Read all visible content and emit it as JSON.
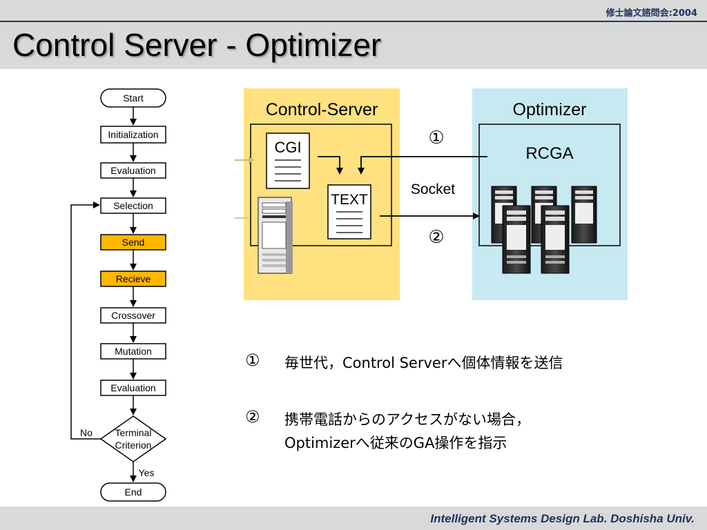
{
  "header": {
    "conference": "修士論文諮問会:2004",
    "title": "Control Server - Optimizer"
  },
  "footer": {
    "lab": "Intelligent Systems Design Lab. Doshisha Univ."
  },
  "flowchart": {
    "start": "Start",
    "initialization": "Initialization",
    "evaluation1": "Evaluation",
    "selection": "Selection",
    "send": "Send",
    "recieve": "Recieve",
    "crossover": "Crossover",
    "mutation": "Mutation",
    "evaluation2": "Evaluation",
    "terminal_line1": "Terminal",
    "terminal_line2": "Criterion",
    "no": "No",
    "yes": "Yes",
    "end": "End"
  },
  "architecture": {
    "control_server": "Control-Server",
    "optimizer": "Optimizer",
    "cgi": "CGI",
    "text": "TEXT",
    "rcga": "RCGA",
    "socket": "Socket",
    "step1": "①",
    "step2": "②"
  },
  "notes": [
    {
      "marker": "①",
      "line1": "毎世代，Control Serverへ個体情報を送信",
      "line2": ""
    },
    {
      "marker": "②",
      "line1": "携帯電話からのアクセスがない場合，",
      "line2": "Optimizerへ従来のGA操作を指示"
    }
  ],
  "colors": {
    "control_server_bg": "#ffe17f",
    "optimizer_bg": "#c6e9f2",
    "highlight_step": "#ffb800"
  }
}
